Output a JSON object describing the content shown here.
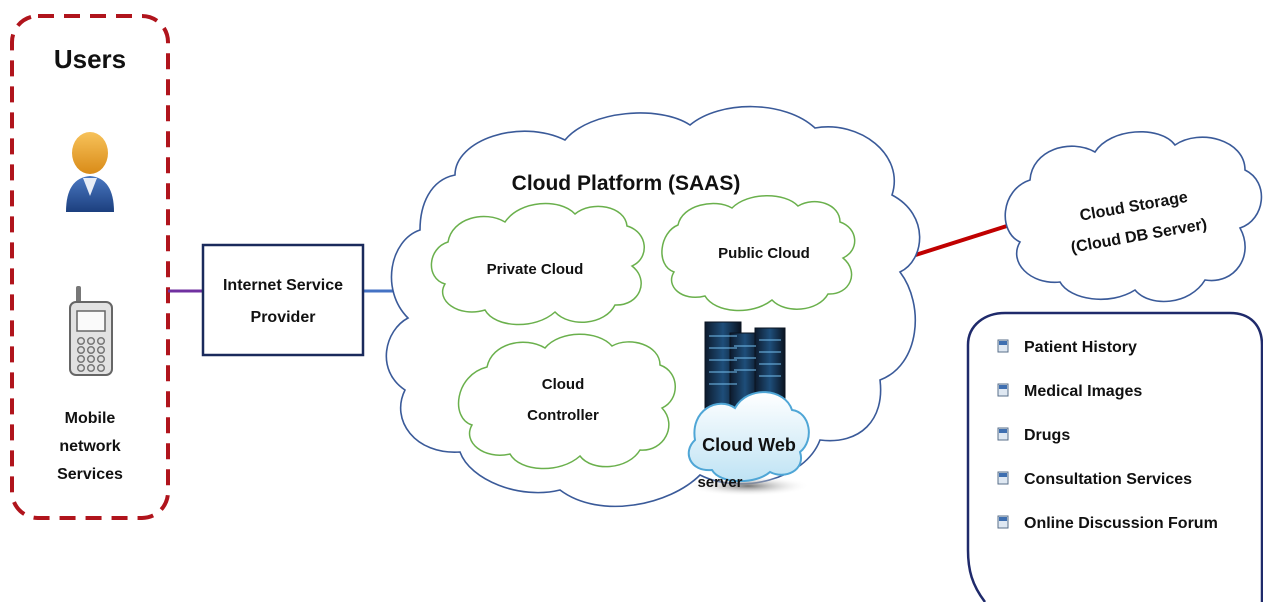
{
  "users": {
    "title": "Users",
    "mobile_lines": [
      "Mobile",
      "network",
      "Services"
    ]
  },
  "isp": {
    "lines": [
      "Internet Service",
      "Provider"
    ]
  },
  "platform": {
    "title": "Cloud Platform (SAAS)",
    "private_cloud": "Private Cloud",
    "public_cloud": "Public Cloud",
    "controller_lines": [
      "Cloud",
      "Controller"
    ],
    "web_server_lines": [
      "Cloud Web",
      "server"
    ]
  },
  "storage": {
    "lines": [
      "Cloud Storage",
      "(Cloud DB Server)"
    ]
  },
  "services": {
    "items": [
      "Patient History",
      "Medical Images",
      "Drugs",
      "Consultation Services",
      "Online Discussion Forum"
    ]
  },
  "colors": {
    "users_border": "#b0141c",
    "cloud_blue": "#3a5a99",
    "cloud_green": "#6ab04c",
    "isp_border": "#1a2a5c",
    "link_purple": "#7030a0",
    "link_blue": "#4472c4",
    "link_red": "#c00000",
    "services_border": "#1f2a6b"
  },
  "icons": {
    "user": "user-avatar-icon",
    "phone": "mobile-phone-icon",
    "server": "server-rack-icon",
    "bullet": "document-bullet-icon"
  }
}
